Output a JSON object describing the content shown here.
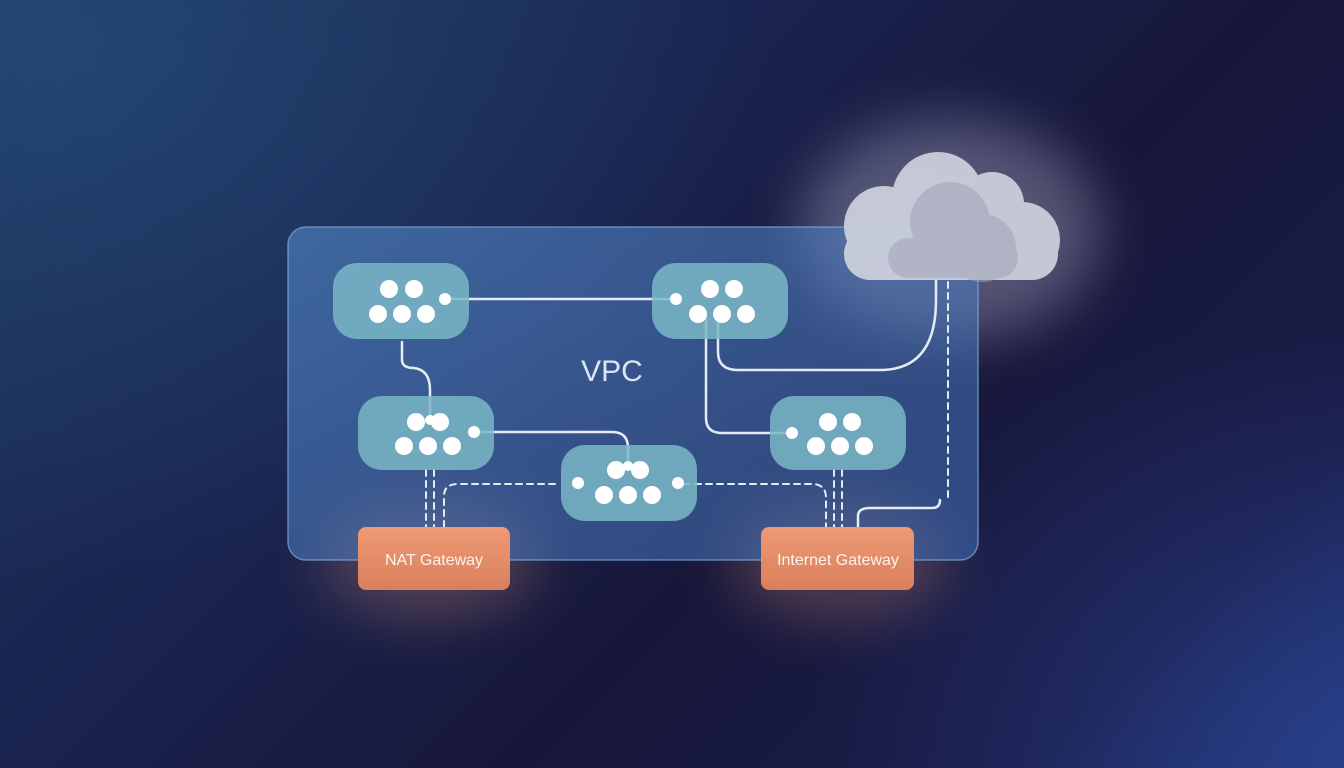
{
  "diagram": {
    "vpc_label": "VPC",
    "nat_gateway_label": "NAT Gateway",
    "internet_gateway_label": "Internet Gateway",
    "colors": {
      "vpc_fill": "#4b7fc0",
      "node_fill": "#79b8c8",
      "gateway_fill": "#e8906a",
      "line": "#dfe8f2",
      "cloud": "#d7dae3"
    },
    "icons": {
      "node": "node-cluster-icon",
      "cloud": "cloud-icon"
    }
  }
}
